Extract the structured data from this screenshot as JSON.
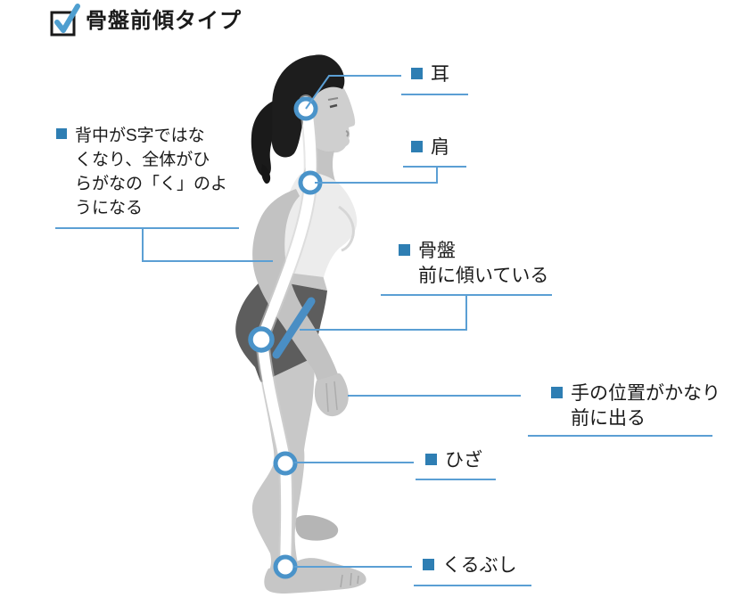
{
  "title": {
    "label": "骨盤前傾タイプ",
    "checkbox_checked": true
  },
  "annotations": {
    "back_note": {
      "lines": [
        "背中がS字ではな",
        "くなり、全体がひ",
        "らがなの「く」のよ",
        "うになる"
      ]
    },
    "ear": {
      "label": "耳"
    },
    "shoulder": {
      "label": "肩"
    },
    "pelvis": {
      "lines": [
        "骨盤",
        "前に傾いている"
      ]
    },
    "hand": {
      "lines": [
        "手の位置がかなり",
        "前に出る"
      ]
    },
    "knee": {
      "label": "ひざ"
    },
    "ankle": {
      "label": "くるぶし"
    }
  },
  "figure": {
    "markers": [
      "ear",
      "shoulder",
      "hip",
      "knee",
      "ankle"
    ],
    "posture_band": "white-alignment-band",
    "pelvis_tilt_indicator": "blue-diagonal-line"
  },
  "colors": {
    "leader_line": "#5b9fd4",
    "bullet": "#2e7eb3",
    "joint_marker": "#4a93c9",
    "pelvis_line": "#4a8ec4",
    "checkmark": "#4f9fd0",
    "text": "#1a1a1a"
  }
}
